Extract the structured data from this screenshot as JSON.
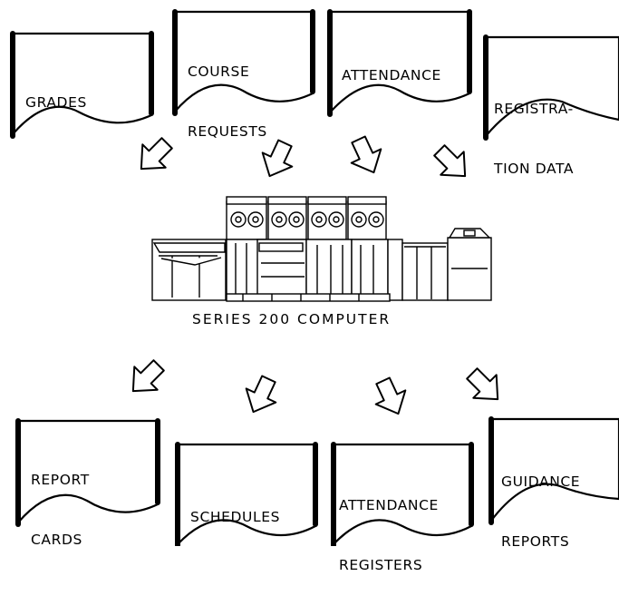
{
  "inputs": [
    {
      "id": "grades",
      "lines": [
        "GRADES"
      ]
    },
    {
      "id": "course-requests",
      "lines": [
        "COURSE",
        "REQUESTS"
      ]
    },
    {
      "id": "attendance",
      "lines": [
        "ATTENDANCE"
      ]
    },
    {
      "id": "registration-data",
      "lines": [
        "REGISTRA-",
        "TION DATA"
      ]
    }
  ],
  "computer": {
    "caption": "SERIES 200 COMPUTER"
  },
  "outputs": [
    {
      "id": "report-cards",
      "lines": [
        "REPORT",
        "CARDS"
      ]
    },
    {
      "id": "schedules",
      "lines": [
        "SCHEDULES"
      ]
    },
    {
      "id": "attendance-registers",
      "lines": [
        "ATTENDANCE",
        "REGISTERS"
      ]
    },
    {
      "id": "guidance-reports",
      "lines": [
        "GUIDANCE",
        "REPORTS"
      ]
    }
  ],
  "icons": {
    "document": "document-icon",
    "arrow": "hollow-arrow-icon",
    "computer": "computer-illustration"
  }
}
